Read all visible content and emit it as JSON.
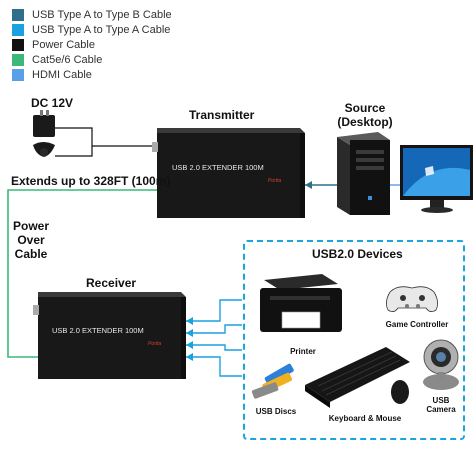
{
  "legend": [
    {
      "label": "USB Type A to Type B Cable",
      "color": "#2f6f8a"
    },
    {
      "label": "USB Type A to Type A Cable",
      "color": "#1aa1e0"
    },
    {
      "label": "Power Cable",
      "color": "#111111"
    },
    {
      "label": "Cat5e/6 Cable",
      "color": "#3cb878"
    },
    {
      "label": "HDMI Cable",
      "color": "#5aa0e8"
    }
  ],
  "labels": {
    "dc": "DC 12V",
    "transmitter": "Transmitter",
    "source_line1": "Source",
    "source_line2": "(Desktop)",
    "extends": "Extends up to 328FT (100m)",
    "power_line1": "Power",
    "power_line2": "Over",
    "power_line3": "Cable",
    "receiver": "Receiver",
    "usb_devices": "USB2.0 Devices"
  },
  "units": {
    "transmitter_text": "USB 2.0 EXTENDER 100M",
    "receiver_text": "USB 2.0 EXTENDER 100M",
    "brand": "Portta"
  },
  "devices": {
    "printer": "Printer",
    "game_controller": "Game Controller",
    "usb_discs": "USB Discs",
    "keyboard_mouse": "Keyboard & Mouse",
    "usb_camera_line1": "USB",
    "usb_camera_line2": "Camera"
  }
}
